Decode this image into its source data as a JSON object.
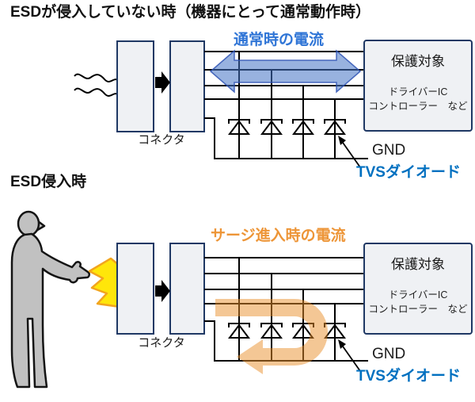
{
  "colors": {
    "accent_blue_text": "#2E74D6",
    "tvs_blue_text": "#0070C0",
    "accent_orange_text": "#ED9537",
    "box_fill": "#EFF1F4",
    "box_border": "#1F3864",
    "blue_current_arrow": "rgba(68,114,196,0.55)",
    "orange_surge_arrow": "rgba(234,144,44,0.5)",
    "lightning_yellow": "#FFE60A",
    "lightning_outline": "#F2A51D",
    "person_gray": "#C1C1C1",
    "line_black": "#000000"
  },
  "diagram_normal": {
    "title": "ESDが侵入していない時（機器にとって通常動作時）",
    "current_label": "通常時の電流",
    "connector_label": "コネクタ",
    "protected_box": {
      "title": "保護対象",
      "line1": "ドライバーIC",
      "line2": "コントローラー　など"
    },
    "gnd_label": "GND",
    "tvs_label": "TVSダイオード"
  },
  "diagram_esd": {
    "title": "ESD侵入時",
    "current_label": "サージ進入時の電流",
    "connector_label": "コネクタ",
    "protected_box": {
      "title": "保護対象",
      "line1": "ドライバーIC",
      "line2": "コントローラー　など"
    },
    "gnd_label": "GND",
    "tvs_label": "TVSダイオード"
  }
}
